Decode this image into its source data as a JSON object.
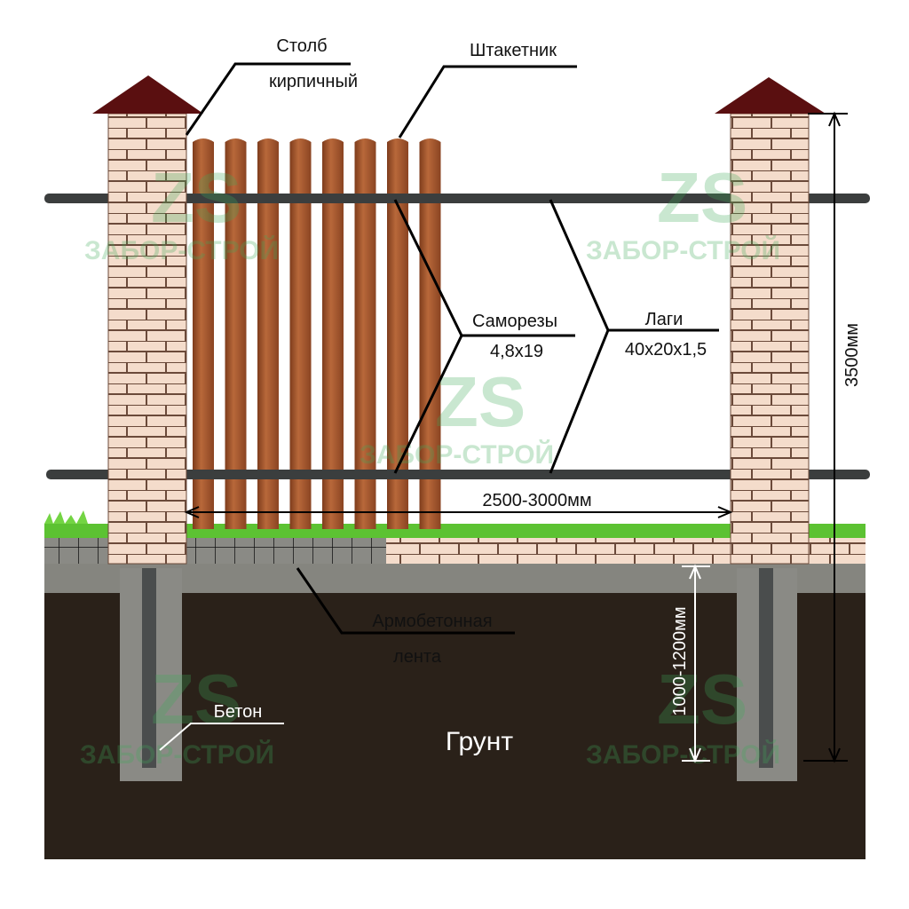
{
  "labels": {
    "pillar_line1": "Столб",
    "pillar_line2": "кирпичный",
    "picket": "Штакетник",
    "screws_line1": "Саморезы",
    "screws_line2": "4,8x19",
    "rails_line1": "Лаги",
    "rails_line2": "40x20x1,5",
    "height_dim": "3500мм",
    "span_dim": "2500-3000мм",
    "depth_dim": "1000-1200мм",
    "strip_line1": "Армобетонная",
    "strip_line2": "лента",
    "concrete": "Бетон",
    "soil": "Грунт"
  },
  "watermark": {
    "logo": "ZS",
    "name": "ЗАБОР-СТРОЙ"
  },
  "colors": {
    "soil": "#2a2119",
    "concrete": "#85857f",
    "brick": "#f4dccb",
    "cap": "#5a0f10",
    "picket": "#a4582e",
    "rail": "#3b3e3e",
    "grass": "#5cc232"
  }
}
